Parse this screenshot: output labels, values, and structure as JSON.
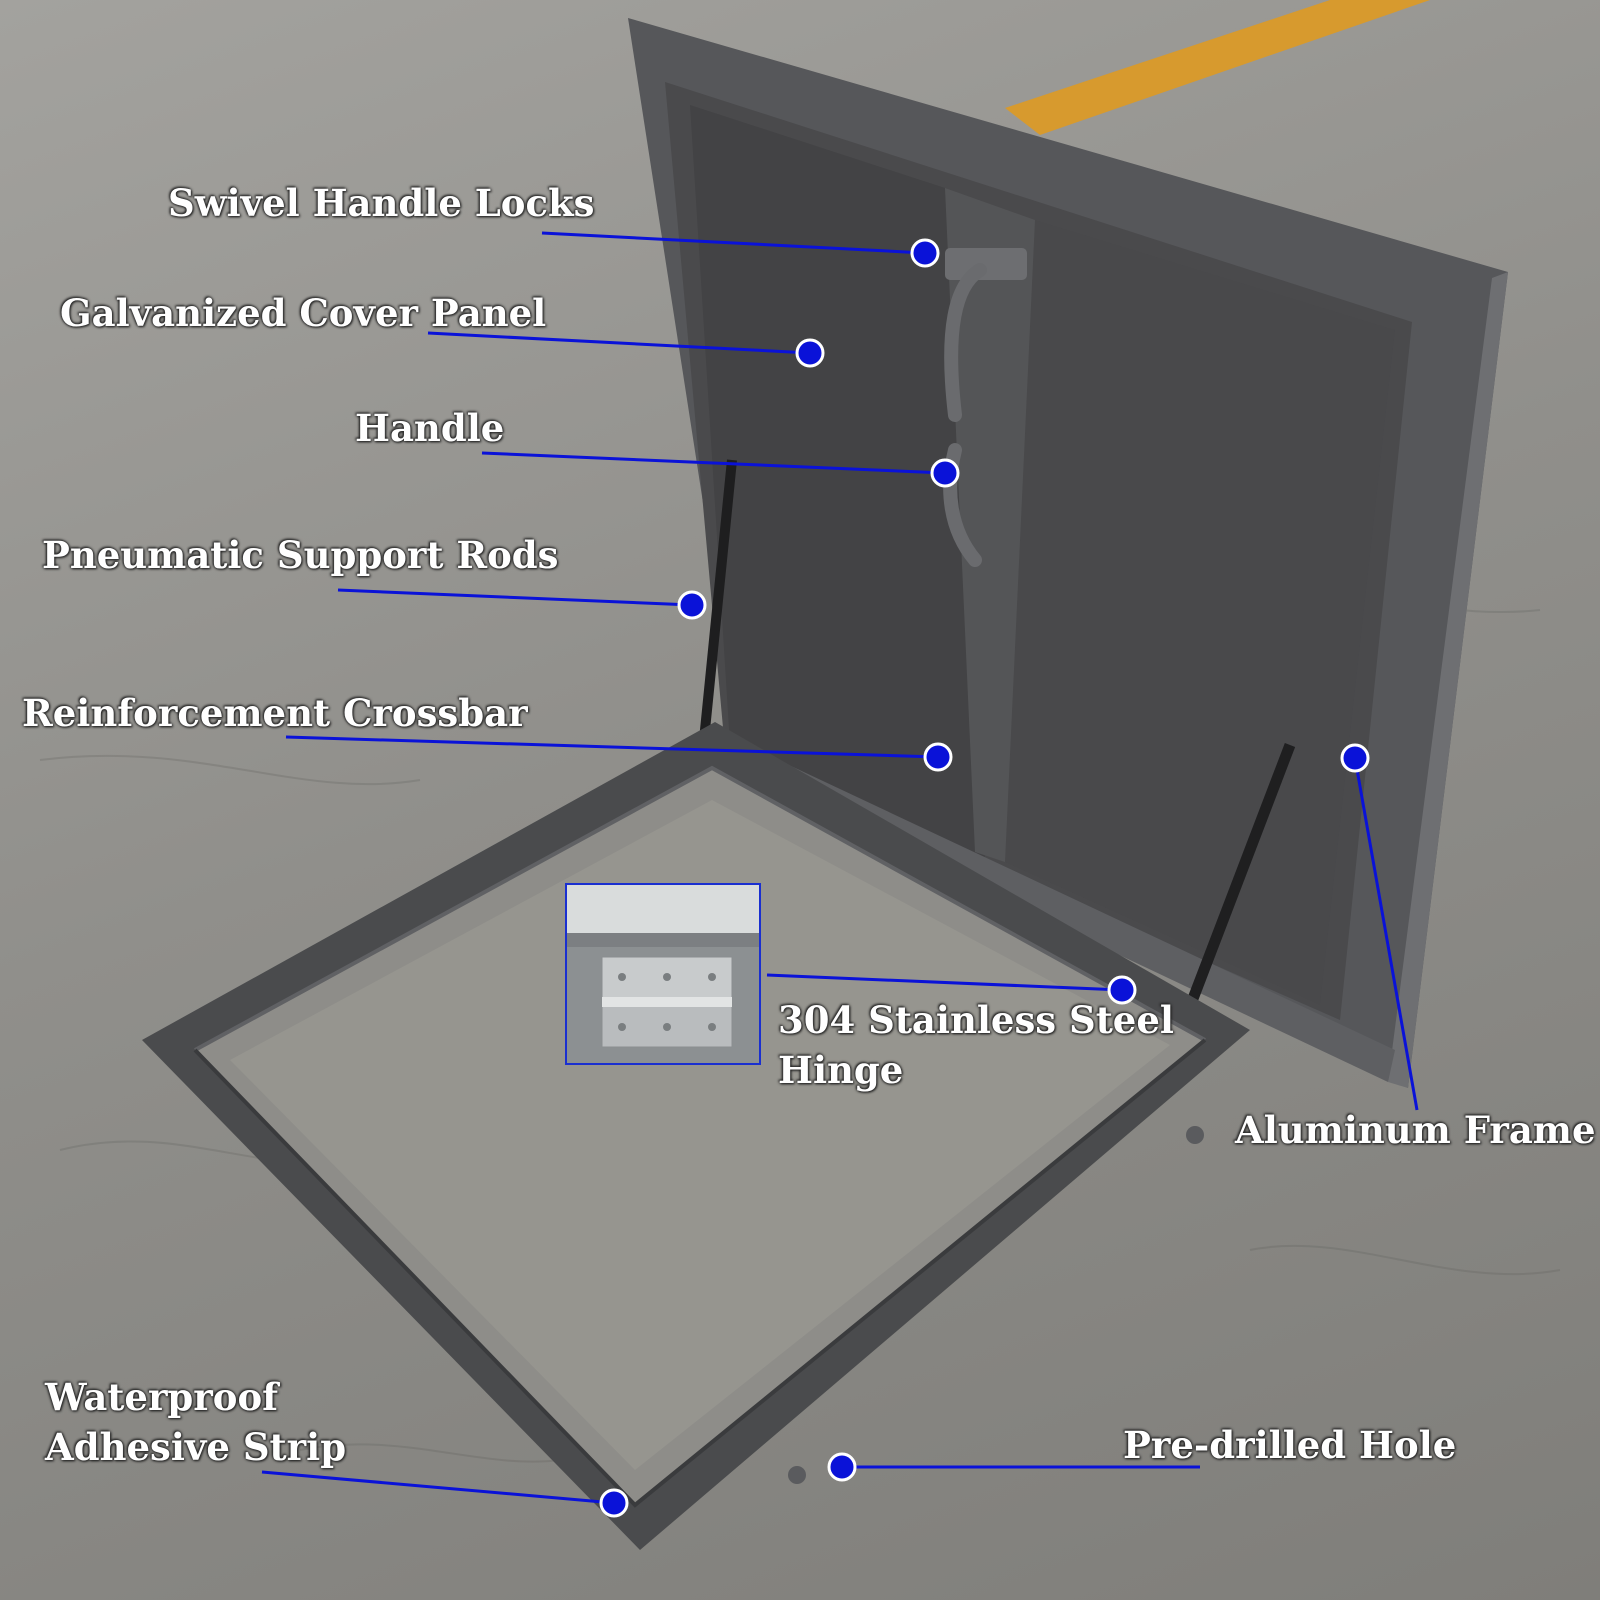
{
  "colors": {
    "accent": "#0a12d8",
    "dot_fill": "#0a12d8",
    "dot_ring": "#ffffff",
    "label_text": "#ffffff"
  },
  "labels": {
    "swivel": "Swivel Handle Locks",
    "cover": "Galvanized Cover Panel",
    "handle": "Handle",
    "rods": "Pneumatic Support Rods",
    "crossbar": "Reinforcement Crossbar",
    "hinge_line1": "304 Stainless Steel",
    "hinge_line2": "Hinge",
    "frame": "Aluminum Frame",
    "strip_line1": "Waterproof",
    "strip_line2": "Adhesive Strip",
    "hole": "Pre-drilled Hole"
  }
}
